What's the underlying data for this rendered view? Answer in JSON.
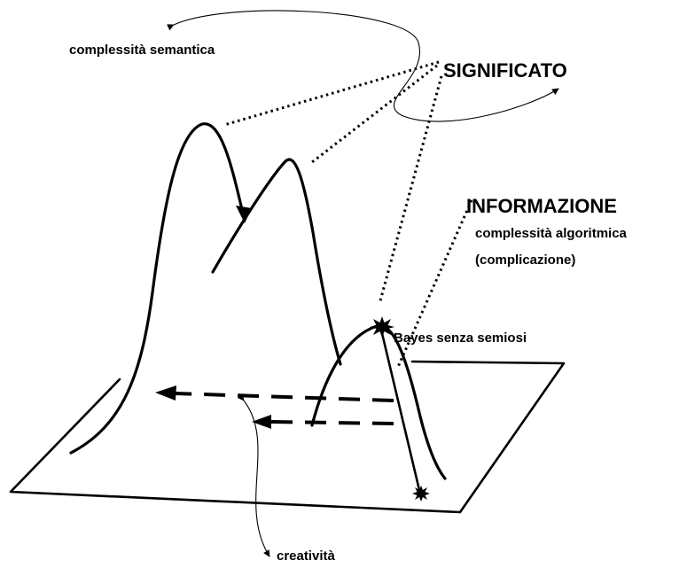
{
  "labels": {
    "significato": "SIGNIFICATO",
    "informazione": "INFORMAZIONE",
    "complessita_semantica": "complessità semantica",
    "complessita_algoritmica": "complessità algoritmica",
    "complicazione": "(complicazione)",
    "bayes": "Bayes senza semiosi",
    "creativita": "creatività"
  },
  "colors": {
    "ink": "#000000",
    "background": "#ffffff"
  }
}
